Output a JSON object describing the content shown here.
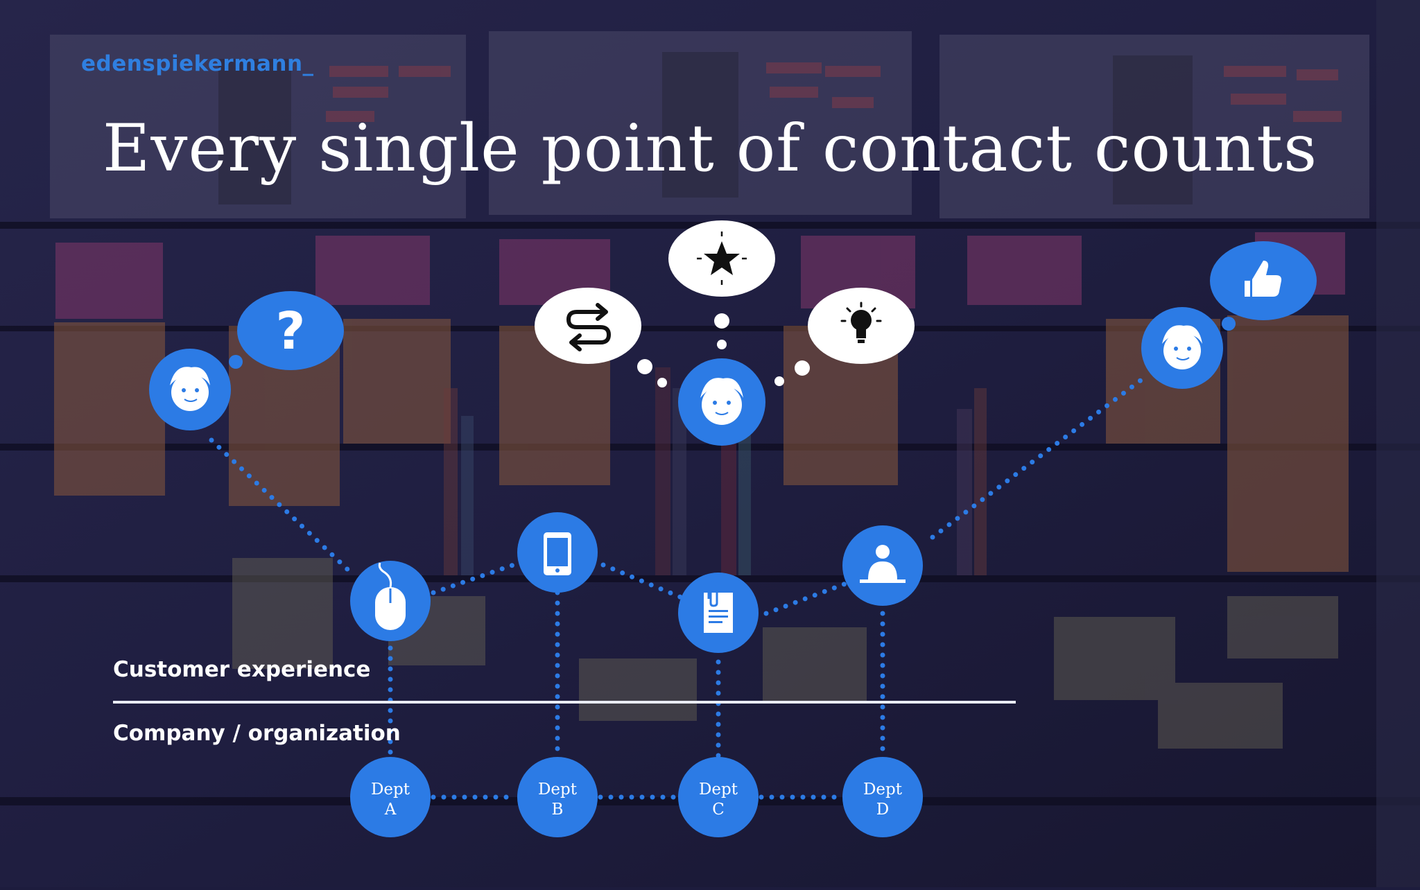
{
  "brand": "edenspiekermann_",
  "title": "Every single point of contact counts",
  "labels": {
    "customer_experience": "Customer experience",
    "company": "Company / organization"
  },
  "departments": [
    {
      "line1": "Dept",
      "line2": "A"
    },
    {
      "line1": "Dept",
      "line2": "B"
    },
    {
      "line1": "Dept",
      "line2": "C"
    },
    {
      "line1": "Dept",
      "line2": "D"
    }
  ],
  "bubbles": {
    "question": "?"
  },
  "icons": [
    "mouse-icon",
    "smartphone-icon",
    "document-icon",
    "person-at-counter-icon",
    "star-icon",
    "arrows-exchange-icon",
    "lightbulb-icon",
    "thumbs-up-icon",
    "customer-face-icon"
  ],
  "colors": {
    "accent": "#2f7fe0",
    "circle": "#2c7be5",
    "background": "#1d1c3d"
  }
}
